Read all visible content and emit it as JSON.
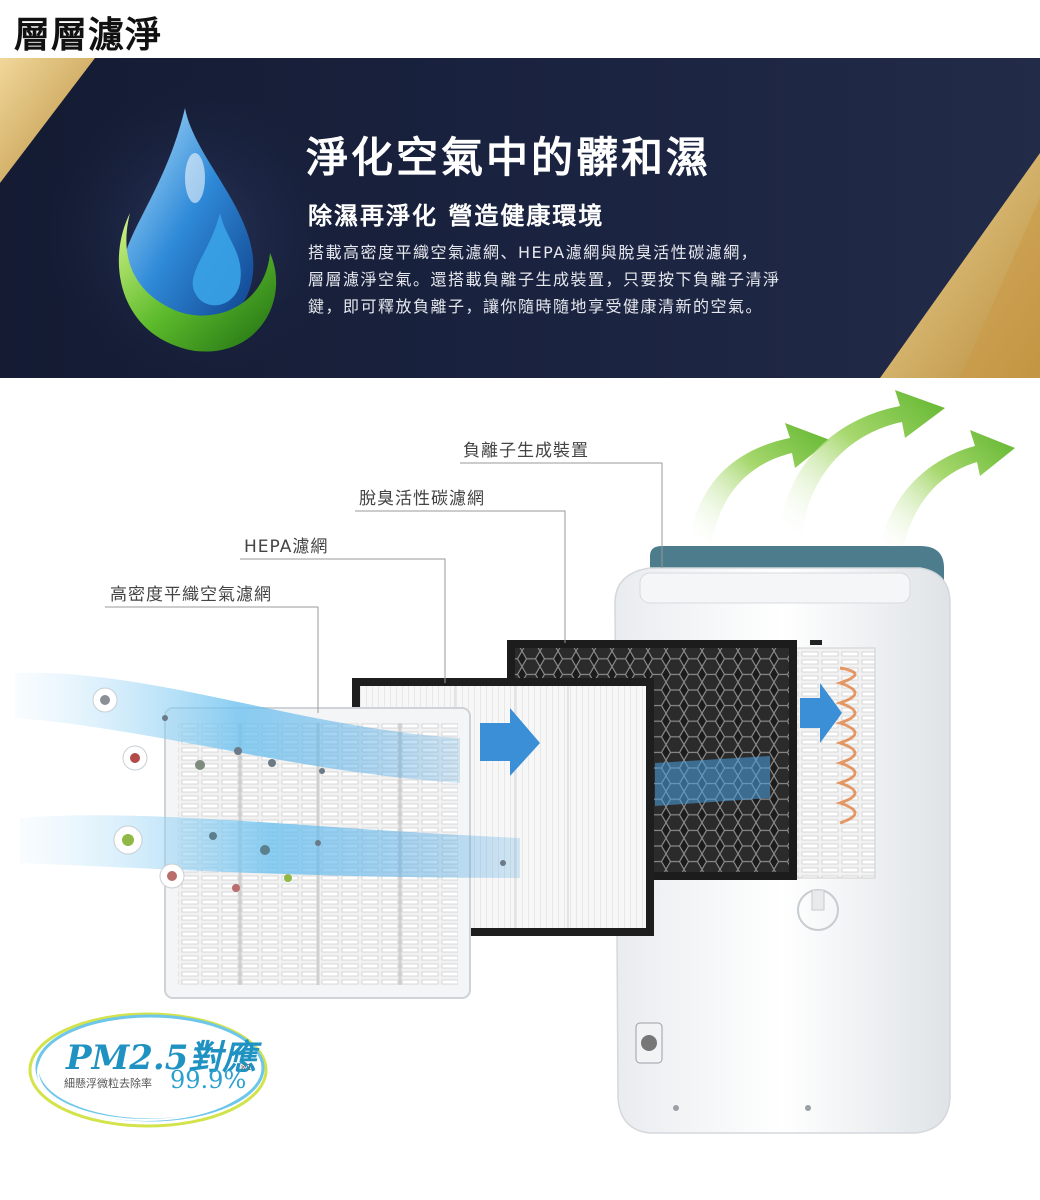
{
  "header": {
    "title": "層層濾淨"
  },
  "banner": {
    "title": "淨化空氣中的髒和濕",
    "subtitle": "除濕再淨化 營造健康環境",
    "body_lines": [
      "搭載高密度平織空氣濾網、HEPA濾網與脫臭活性碳濾網，",
      "層層濾淨空氣。還搭載負離子生成裝置，只要按下負離子清淨",
      "鍵，即可釋放負離子，讓你隨時隨地享受健康清新的空氣。"
    ],
    "colors": {
      "background": "#1a2340",
      "accent_gold": "#d9b56a"
    }
  },
  "diagram": {
    "labels": {
      "ion": "負離子生成裝置",
      "carbon": "脫臭活性碳濾網",
      "hepa": "HEPA濾網",
      "plain": "高密度平織空氣濾網"
    },
    "colors": {
      "airflow_blue": "#3a8fd6",
      "arrow_green": "#7cc043"
    }
  },
  "pm_badge": {
    "title": "PM2.5對應",
    "subtitle": "細懸浮微粒去除率",
    "rate": "99.9%",
    "note": "※1"
  }
}
